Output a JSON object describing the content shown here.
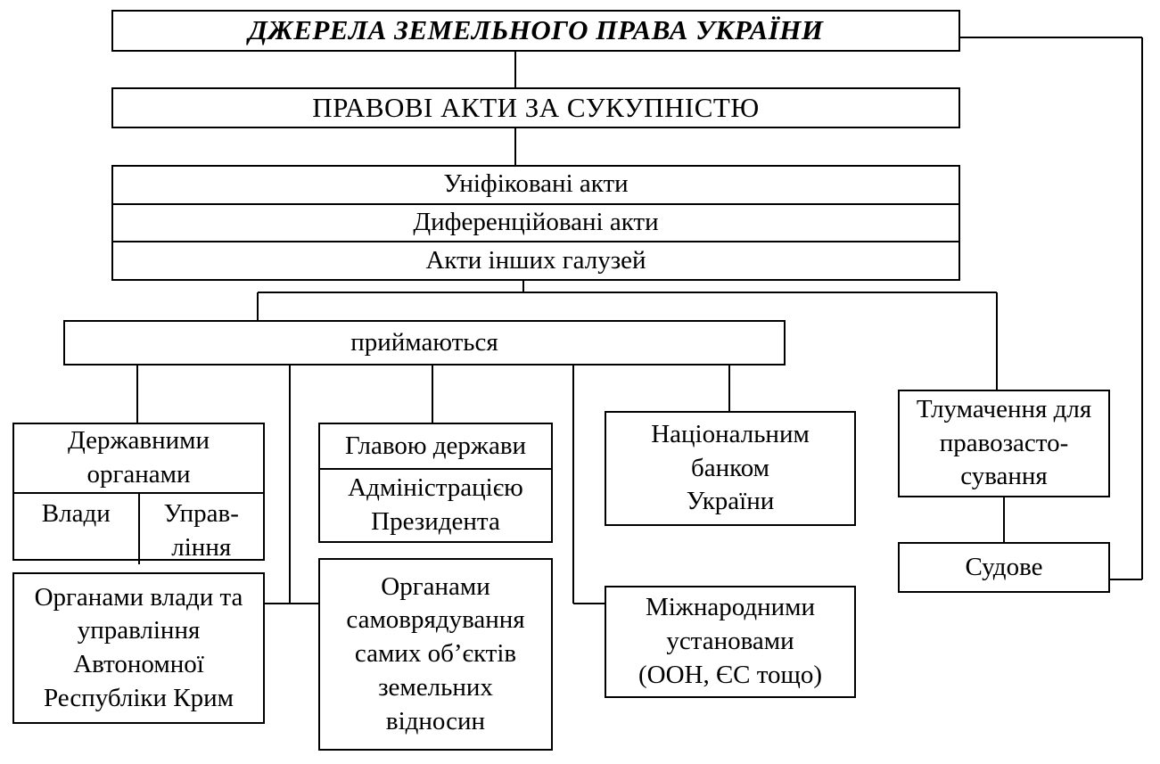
{
  "title": "ДЖЕРЕЛА ЗЕМЕЛЬНОГО ПРАВА УКРАЇНИ",
  "acts_total": "ПРАВОВІ АКТИ ЗА СУКУПНІСТЮ",
  "act_types": [
    "Уніфіковані акти",
    "Диференційовані акти",
    "Акти інших галузей"
  ],
  "adopted_by": "приймаються",
  "state_bodies": {
    "label": "Державними\nорганами",
    "branches": [
      "Влади",
      "Управ-\nління"
    ]
  },
  "head_of_state": {
    "label": "Главою держави",
    "sub": "Адміністрацією\nПрезидента"
  },
  "national_bank": "Національним\nбанком\nУкраїни",
  "crimea_bodies": "Органами влади та\nуправління\nАвтономної\nРеспубліки Крим",
  "self_government": "Органами\nсамоврядування\nсамих об’єктів\nземельних\nвідносин",
  "international": "Міжнародними\nустановами\n(ООН, ЄС тощо)",
  "interpretation": "Тлумачення для\nправозасто-\nсування",
  "judicial": "Судове"
}
